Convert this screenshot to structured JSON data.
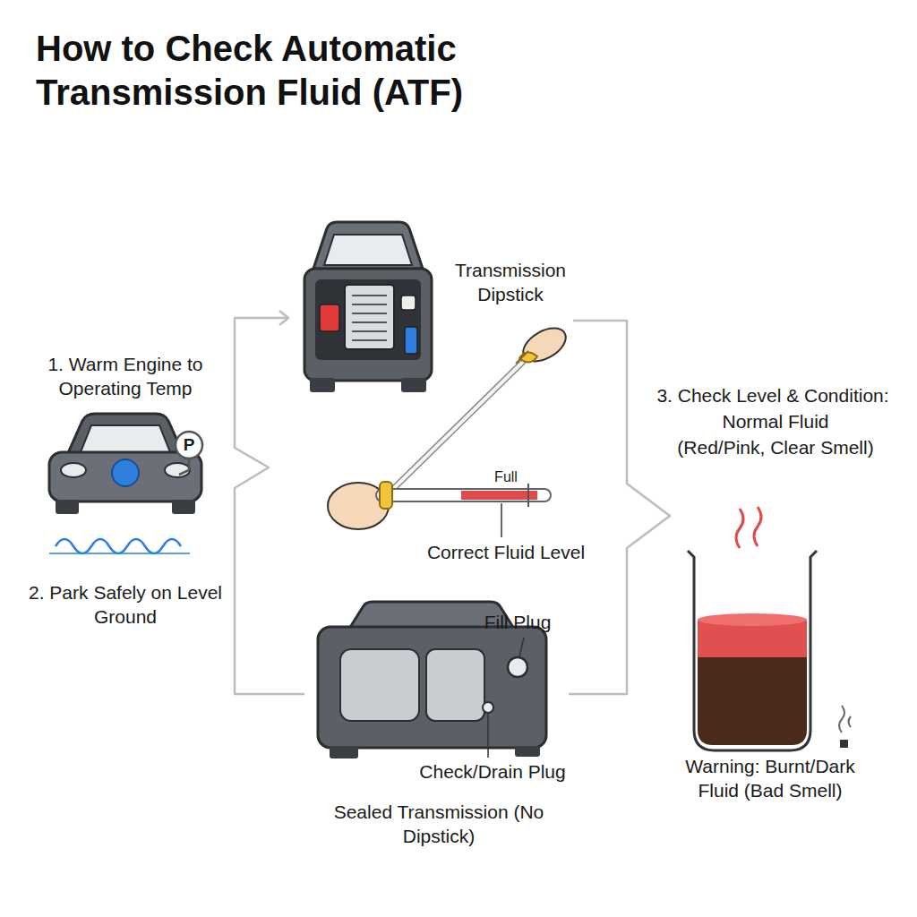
{
  "diagram": {
    "title": "How to Check Automatic Transmission Fluid (ATF)",
    "labels": [
      "1. Warm Engine to Operating Temp",
      "P",
      "2. Park Safely on Level Ground",
      "Transmission Dipstick",
      "Full",
      "Correct Fluid Level",
      "3. Check Level & Condition:",
      "Normal Fluid",
      "(Red/Pink, Clear Smell)",
      "Fill Plug",
      "Check/Drain Plug",
      "Sealed Transmission (No Dipstick)",
      "Warning: Burnt/Dark Fluid (Bad Smell)"
    ]
  }
}
